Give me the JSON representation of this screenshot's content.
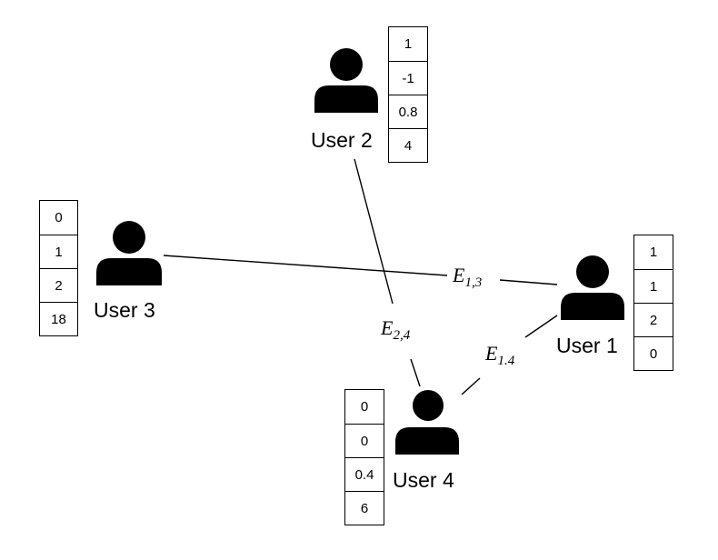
{
  "users": [
    {
      "id": "user-1",
      "label": "User 1",
      "vector": [
        "1",
        "1",
        "2",
        "0"
      ]
    },
    {
      "id": "user-2",
      "label": "User 2",
      "vector": [
        "1",
        "-1",
        "0.8",
        "4"
      ]
    },
    {
      "id": "user-3",
      "label": "User 3",
      "vector": [
        "0",
        "1",
        "2",
        "18"
      ]
    },
    {
      "id": "user-4",
      "label": "User 4",
      "vector": [
        "0",
        "0",
        "0.4",
        "6"
      ]
    }
  ],
  "edges": [
    {
      "id": "e13",
      "label_main": "E",
      "label_sub": "1,3"
    },
    {
      "id": "e24",
      "label_main": "E",
      "label_sub": "2,4"
    },
    {
      "id": "e14",
      "label_main": "E",
      "label_sub": "1.4"
    }
  ]
}
